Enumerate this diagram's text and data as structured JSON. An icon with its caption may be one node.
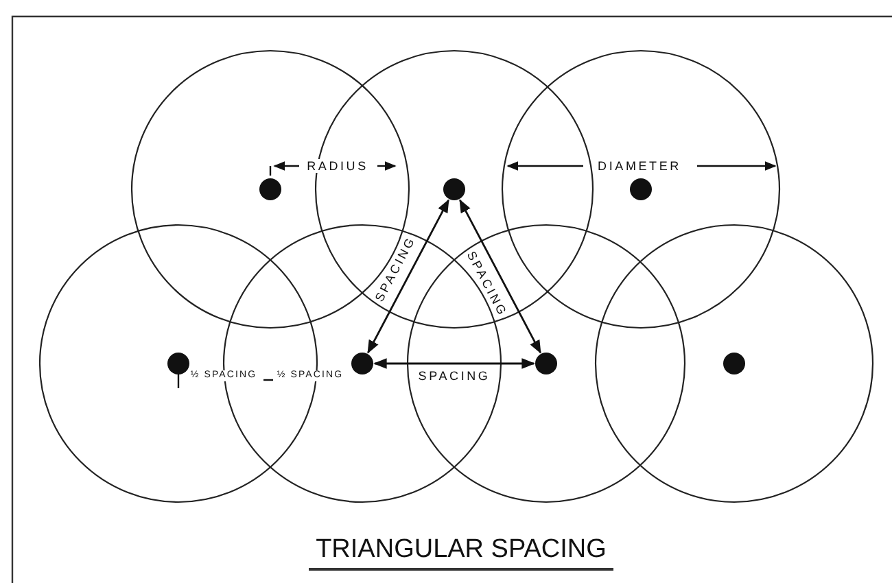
{
  "diagram": {
    "title": "TRIANGULAR SPACING",
    "nodes": [
      {
        "text": [],
        "shape": "circle"
      },
      {
        "text": [],
        "shape": "circle"
      },
      {
        "text": [],
        "shape": "circle"
      },
      {
        "text": [],
        "shape": "circle"
      },
      {
        "text": [],
        "shape": "circle"
      },
      {
        "text": [],
        "shape": "circle"
      },
      {
        "text": [],
        "shape": "circle"
      }
    ],
    "edges": [
      {
        "from": 4,
        "to": 1,
        "arrow": "both",
        "label": "SPACING"
      },
      {
        "from": 1,
        "to": 5,
        "arrow": "both",
        "label": "SPACING"
      },
      {
        "from": 4,
        "to": 5,
        "arrow": "both",
        "label": "SPACING"
      }
    ],
    "labels": [
      "RADIUS",
      "DIAMETER",
      "½ SPACING",
      "½ SPACING"
    ]
  }
}
